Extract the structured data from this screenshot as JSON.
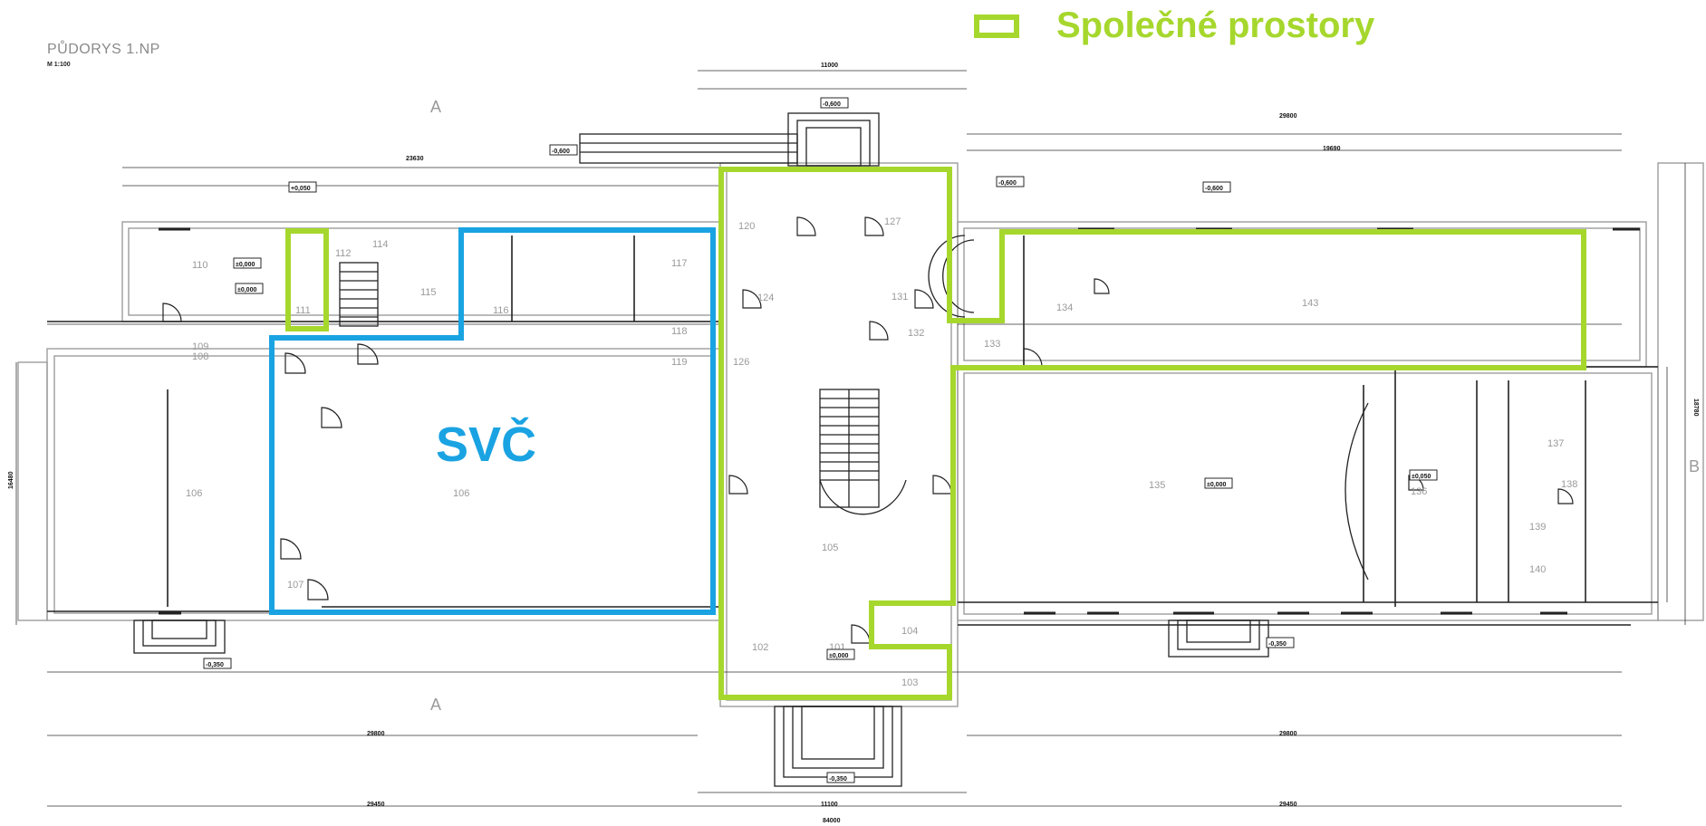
{
  "drawing": {
    "title": "PŮDORYS 1.NP",
    "scale": "M 1:100",
    "section_marks": [
      "A",
      "A",
      "B"
    ]
  },
  "legend": {
    "label": "Společné prostory",
    "color": "#a6d72d"
  },
  "zones": {
    "svc": {
      "label": "SVČ",
      "color": "#1aa3e2"
    }
  },
  "rooms": [
    "101",
    "102",
    "103",
    "104",
    "105",
    "106",
    "106",
    "107",
    "108",
    "109",
    "110",
    "111",
    "112",
    "114",
    "115",
    "116",
    "117",
    "118",
    "119",
    "120",
    "124",
    "126",
    "127",
    "131",
    "132",
    "133",
    "134",
    "135",
    "136",
    "137",
    "138",
    "139",
    "140",
    "143"
  ],
  "levels": [
    "±0,000",
    "±0,000",
    "±0,000",
    "±0,000",
    "-0,600",
    "-0,600",
    "-0,600",
    "-0,600",
    "-0,350",
    "-0,350",
    "-0,350",
    "±0,050",
    "+0,050"
  ],
  "dimensions": {
    "top_overall": "11000",
    "left_wing": "23630",
    "right_wing": "29800",
    "right_top": "19690",
    "bottom_left": "29800",
    "bottom_right": "29800",
    "bottom_total_left": "29450",
    "bottom_total_right": "29450",
    "overall": "84000",
    "bottom_center": "11100",
    "right_side": "18780",
    "left_side": "16480"
  }
}
